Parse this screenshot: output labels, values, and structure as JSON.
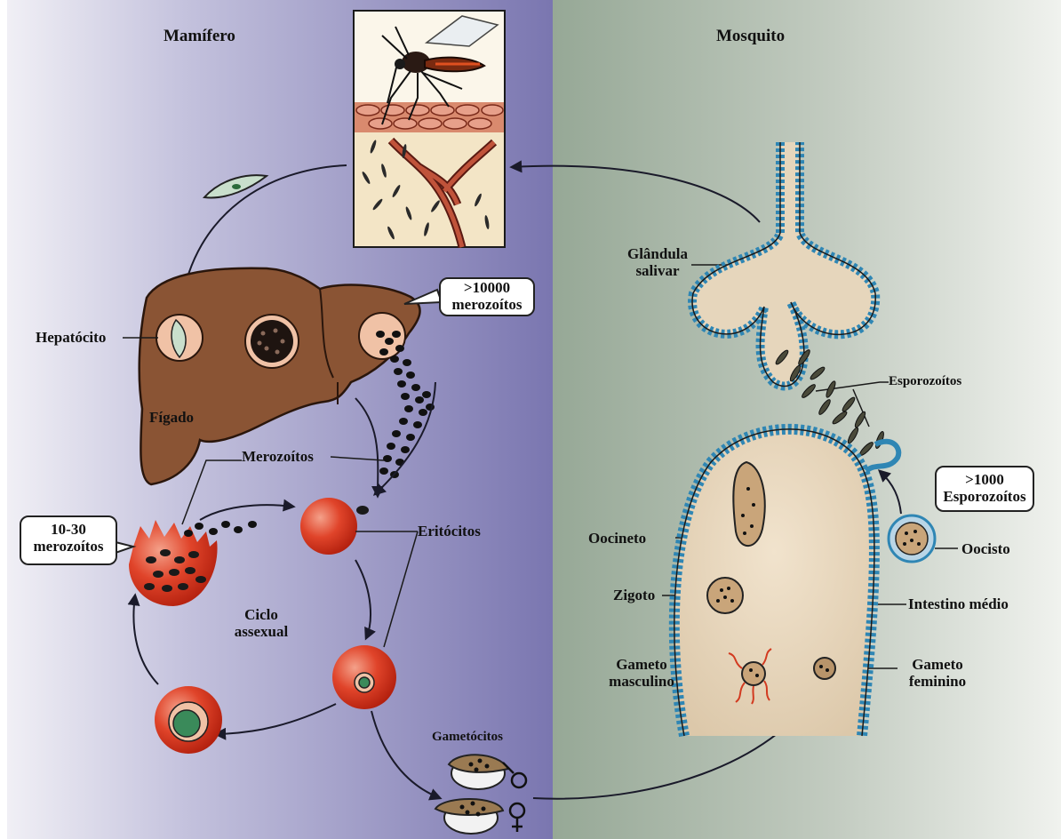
{
  "headers": {
    "left": "Mamífero",
    "right": "Mosquito"
  },
  "labels": {
    "hepatocito": "Hepatócito",
    "figado": "Fígado",
    "merozoitos": "Merozoítos",
    "eritrocitos": "Eritócitos",
    "ciclo_1": "Ciclo",
    "ciclo_2": "assexual",
    "gametocitos": "Gametócitos",
    "glandula_1": "Glândula",
    "glandula_2": "salivar",
    "esporozoitos": "Esporozoítos",
    "oocineto": "Oocineto",
    "oocisto": "Oocisto",
    "zigoto": "Zigoto",
    "intestino": "Intestino médio",
    "gameto_m_1": "Gameto",
    "gameto_m_2": "masculino",
    "gameto_f_1": "Gameto",
    "gameto_f_2": "feminino",
    "male_symbol": "♂",
    "female_symbol": "♀"
  },
  "bubbles": {
    "liver_1": ">10000",
    "liver_2": "merozoítos",
    "rbc_1": "10-30",
    "rbc_2": "merozoítos",
    "oocyst_1": ">1000",
    "oocyst_2": "Esporozoítos"
  },
  "colors": {
    "mammal_bg": "#8a86b8",
    "mosquito_bg": "#a9b6a8",
    "liver": "#8a5434",
    "erythrocyte": "#d93a1c",
    "gut": "#ecdcc4",
    "epithelium": "#2f86b4"
  }
}
